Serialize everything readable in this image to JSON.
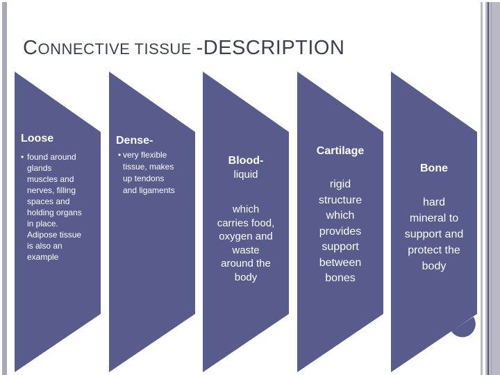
{
  "title": {
    "cap": "C",
    "small": "ONNECTIVE TISSUE ",
    "rest": "-DESCRIPTION"
  },
  "colors": {
    "banner_fill": "#575c8d",
    "banner_text": "#ffffff",
    "title_text": "#3b3f52",
    "left_edge_stripe": "#a9a9b5",
    "right_edge_gray": "#b9b9c5",
    "right_edge_dark_line": "#55557a",
    "right_edge_mid_line": "#9b9bad",
    "background": "#ffffff"
  },
  "banners": {
    "loose": {
      "heading": "Loose",
      "bullet": "•",
      "body_lines": [
        "found around",
        "glands",
        "muscles and",
        "nerves, filling",
        "spaces and",
        "holding organs",
        "in place.",
        "Adipose tissue",
        "is also an",
        "example"
      ]
    },
    "dense": {
      "heading": "Dense-",
      "bullet": "•",
      "body_lines": [
        "very flexible",
        "tissue, makes",
        "up tendons",
        "and ligaments"
      ]
    },
    "blood": {
      "heading": "Blood-",
      "subheading": "liquid",
      "body_lines": [
        "which",
        "carries food,",
        "oxygen and",
        "waste",
        "around the",
        "body"
      ]
    },
    "cartilage": {
      "heading": "Cartilage",
      "body_lines": [
        "rigid",
        "structure",
        "which",
        "provides",
        "support",
        "between",
        "bones"
      ]
    },
    "bone": {
      "heading": "Bone",
      "body_lines": [
        "hard",
        "mineral to",
        "support and",
        "protect the",
        "body"
      ]
    }
  }
}
